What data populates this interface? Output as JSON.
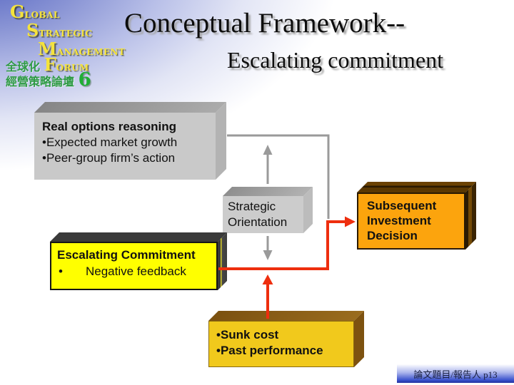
{
  "logo": {
    "line1": {
      "initial": "G",
      "rest": "LOBAL"
    },
    "line2": {
      "initial": "S",
      "rest": "TRATEGIC"
    },
    "line3": {
      "initial": "M",
      "rest": "ANAGEMENT"
    },
    "line4": {
      "cjk": "全球化",
      "initial": "F",
      "rest": "ORUM"
    },
    "line5": {
      "cjk": "經營策略論壇",
      "number": "6"
    }
  },
  "header": {
    "title": "Conceptual Framework--",
    "subtitle": "Escalating commitment"
  },
  "diagram": {
    "real_options": {
      "title": "Real options reasoning",
      "bullets": [
        "•Expected market growth",
        "•Peer-group firm’s action"
      ]
    },
    "strategic_orientation": {
      "lines": [
        "Strategic",
        "Orientation"
      ]
    },
    "escalating_commitment": {
      "title": "Escalating Commitment",
      "bullet_marker": "•",
      "bullet_text": "Negative feedback"
    },
    "subsequent_investment": {
      "lines": [
        "Subsequent",
        "Investment",
        "Decision"
      ]
    },
    "sunk_cost": {
      "bullets": [
        "•Sunk cost",
        "•Past performance"
      ]
    }
  },
  "footer": {
    "page_label": "論文題目/報告人 p13"
  },
  "colors": {
    "background_top_left": "#5060c0",
    "red_connector": "#ee2e0e",
    "gray_connector": "#9a9a9a",
    "gray_box_face": "#c9c9c9",
    "yellow_box_face": "#ffff00",
    "orange_box_face": "#fca40d",
    "gold_box_face": "#f1c91c"
  }
}
